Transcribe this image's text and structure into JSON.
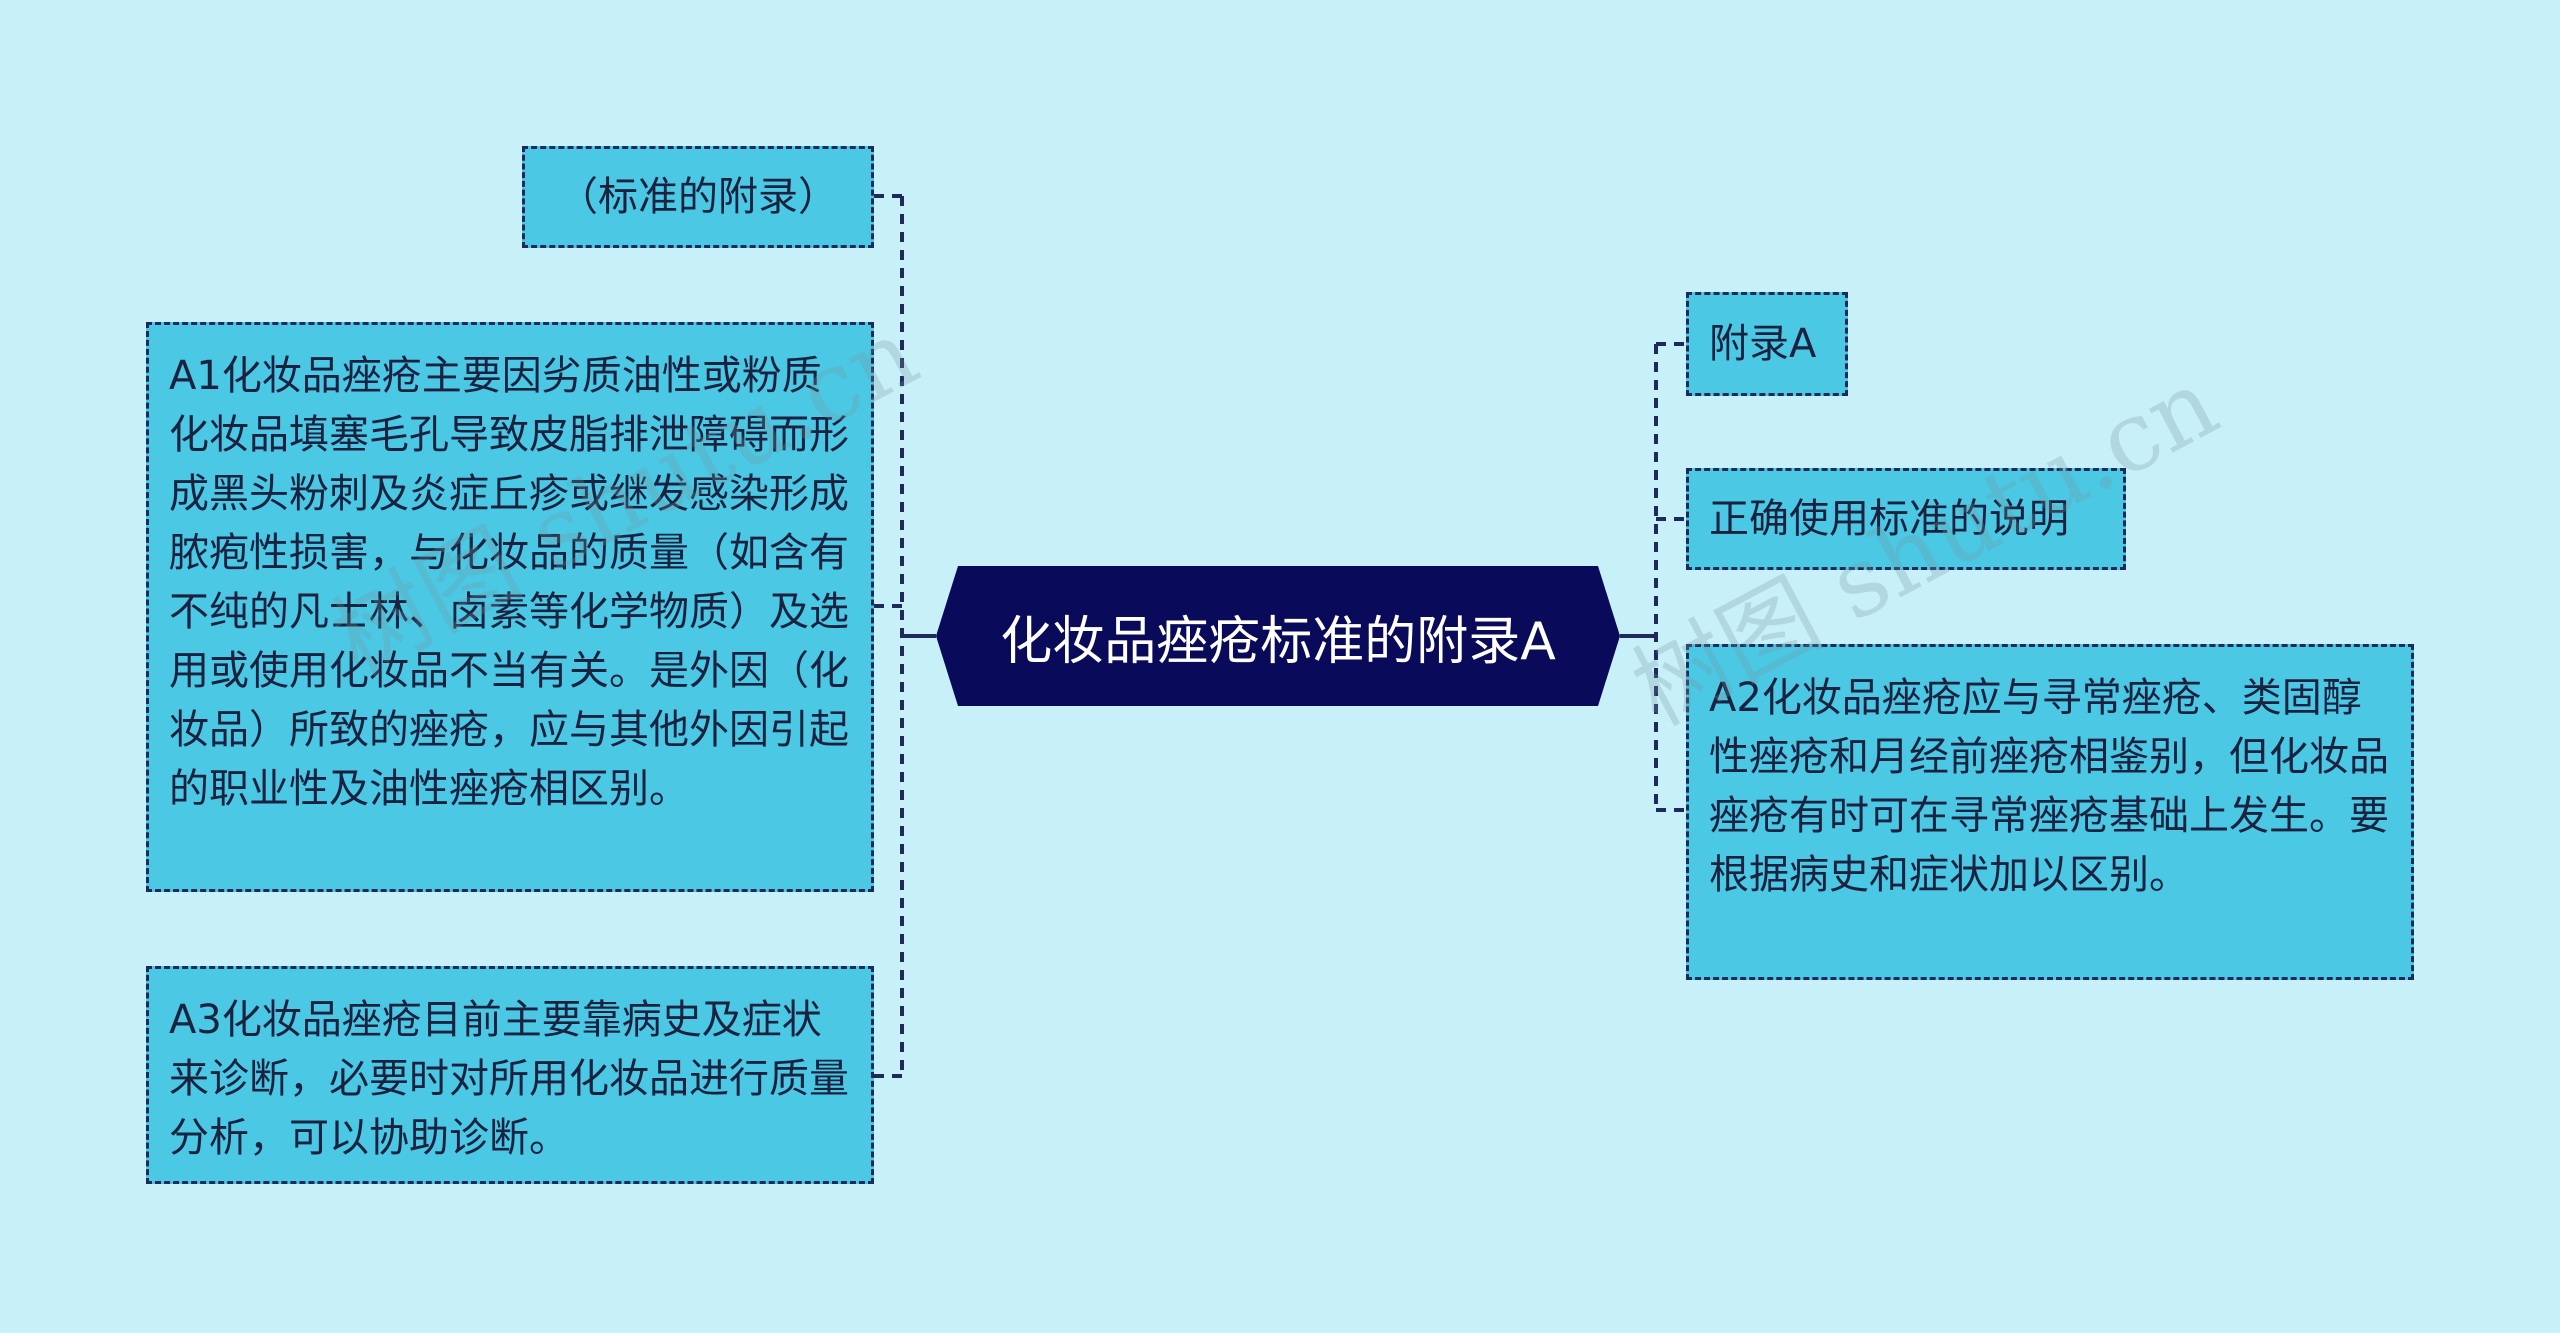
{
  "central_topic": "化妆品痤疮标准的附录A",
  "left_branches": [
    {
      "text": "（标准的附录）"
    },
    {
      "text": "A1化妆品痤疮主要因劣质油性或粉质化妆品填塞毛孔导致皮脂排泄障碍而形成黑头粉刺及炎症丘疹或继发感染形成脓疱性损害，与化妆品的质量（如含有不纯的凡士林、卤素等化学物质）及选用或使用化妆品不当有关。是外因（化妆品）所致的痤疮，应与其他外因引起的职业性及油性痤疮相区别。"
    },
    {
      "text": "A3化妆品痤疮目前主要靠病史及症状来诊断，必要时对所用化妆品进行质量分析，可以协助诊断。"
    }
  ],
  "right_branches": [
    {
      "text": "附录A"
    },
    {
      "text": "正确使用标准的说明"
    },
    {
      "text": "A2化妆品痤疮应与寻常痤疮、类固醇性痤疮和月经前痤疮相鉴别，但化妆品痤疮有时可在寻常痤疮基础上发生。要根据病史和症状加以区别。"
    }
  ],
  "watermarks": [
    "树图 shutu.cn",
    "树图 shutu.cn"
  ],
  "colors": {
    "background": "#c8f0f8",
    "node_fill": "#4ac8e4",
    "node_border": "#1e2a5a",
    "central_fill": "#0a0a5a",
    "connector": "#1e2a5a"
  }
}
